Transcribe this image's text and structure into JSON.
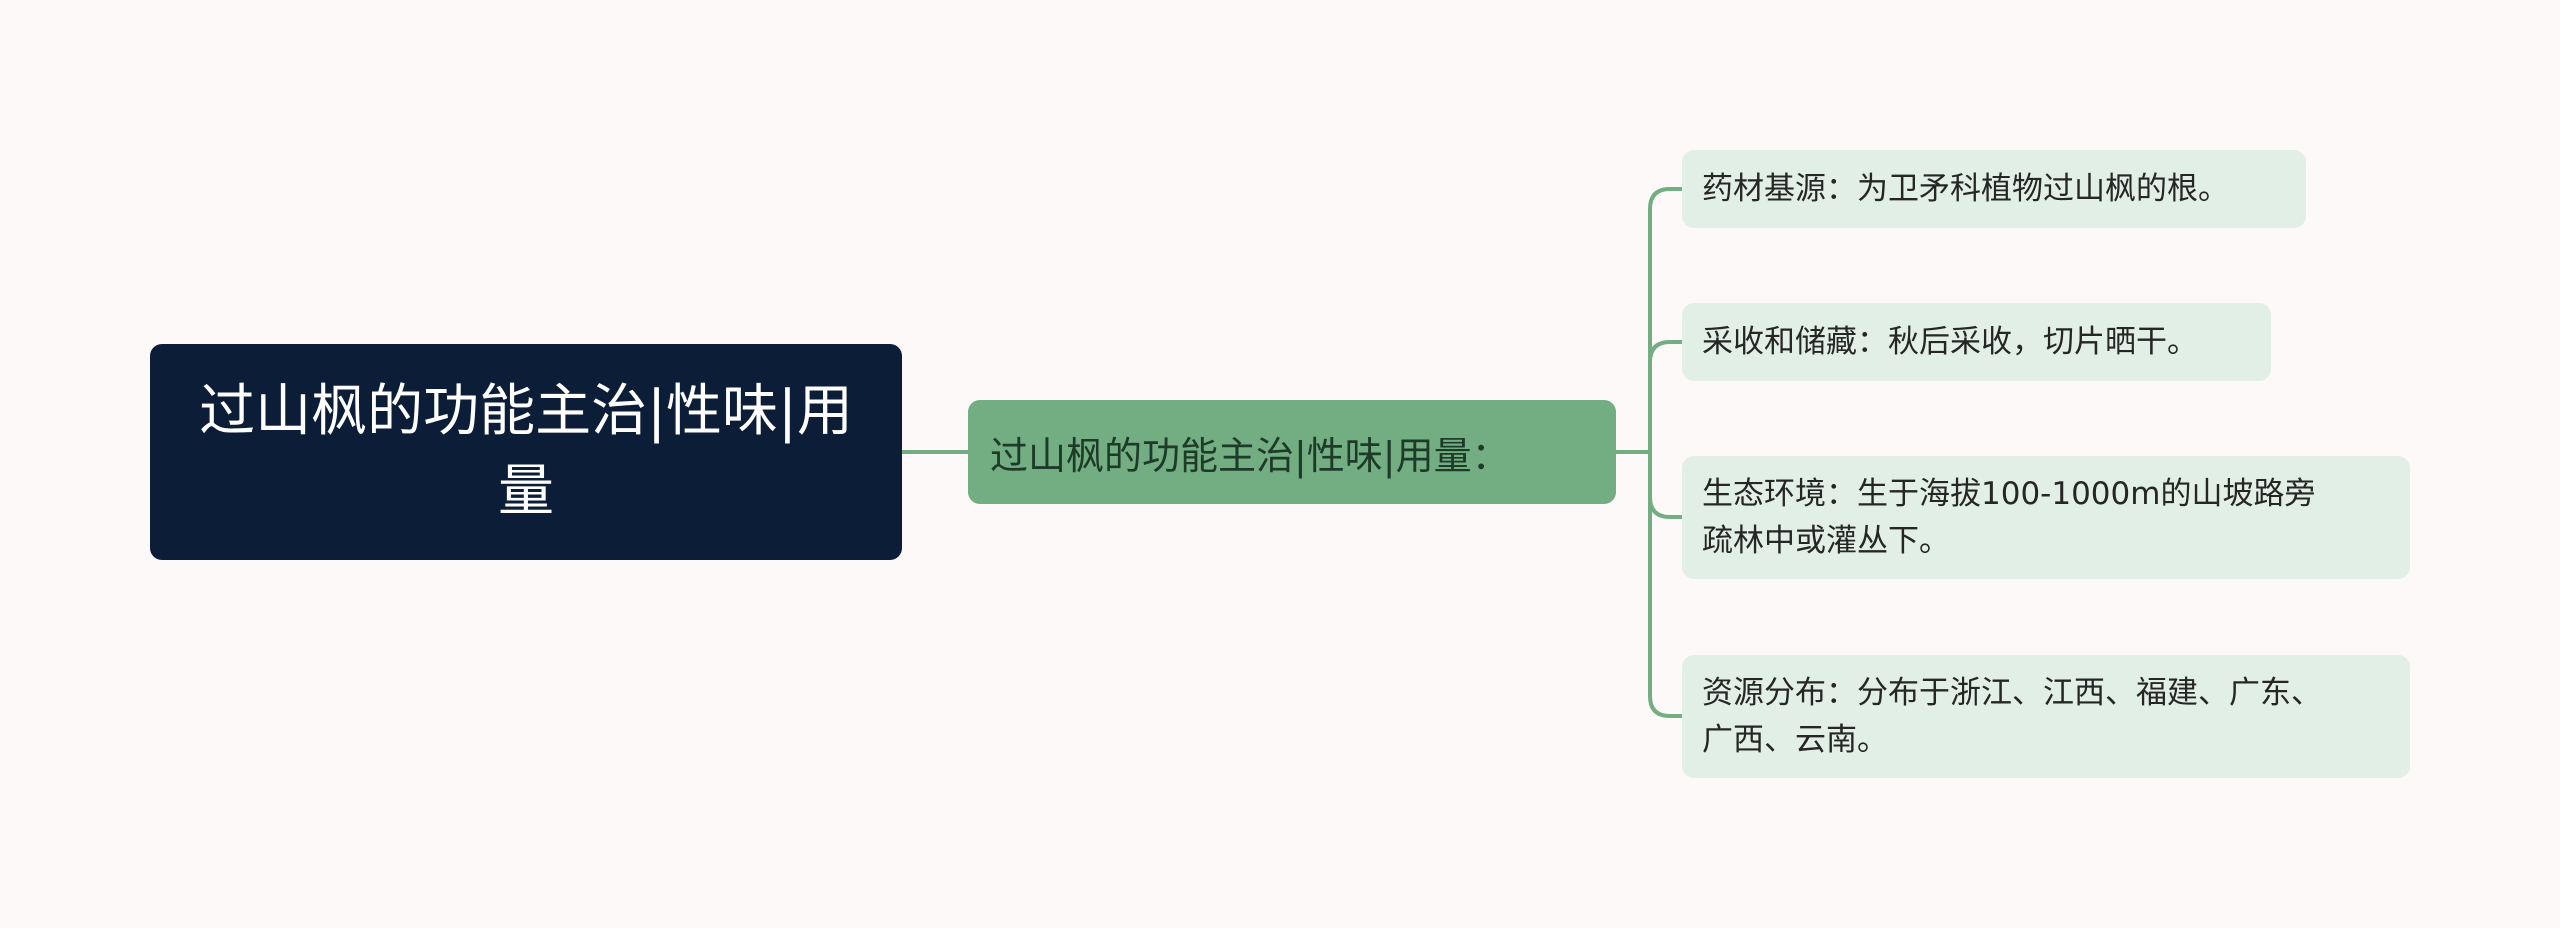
{
  "root": {
    "line1": "过山枫的功能主治|性味|用",
    "line2": "量"
  },
  "branch": {
    "label": "过山枫的功能主治|性味|用量："
  },
  "leaves": [
    {
      "lines": [
        "药材基源：为卫矛科植物过山枫的根。"
      ]
    },
    {
      "lines": [
        "采收和储藏：秋后采收，切片晒干。"
      ]
    },
    {
      "lines": [
        "生态环境：生于海拔100-1000m的山坡路旁",
        "疏林中或灌丛下。"
      ]
    },
    {
      "lines": [
        "资源分布：分布于浙江、江西、福建、广东、",
        "广西、云南。"
      ]
    }
  ],
  "colors": {
    "background": "#fdf9f8",
    "root_fill": "#0c1d37",
    "branch_fill": "#73ae83",
    "leaf_fill": "#e2efe6",
    "connector": "#73ae83"
  }
}
